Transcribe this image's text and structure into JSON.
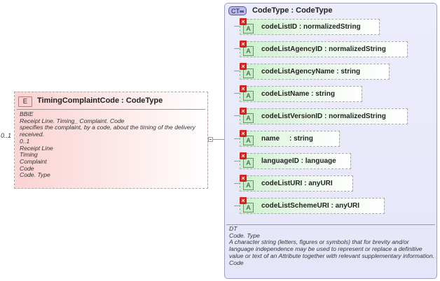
{
  "element": {
    "badge": "E",
    "title": "TimingComplaintCode : CodeType",
    "occurrence": "0..1",
    "notes": [
      "BBIE",
      "Receipt Line. Timing_ Complaint. Code",
      "specifies the complaint, by a code, about the timing of the delivery received.",
      "0..1",
      "Receipt Line",
      "Timing",
      "Complaint",
      "Code",
      "Code. Type"
    ]
  },
  "complex_type": {
    "badge": "CT",
    "title": "CodeType : CodeType",
    "attributes": [
      {
        "badge": "A",
        "label": "codeListID : normalizedString"
      },
      {
        "badge": "A",
        "label": "codeListAgencyID : normalizedString"
      },
      {
        "badge": "A",
        "label": "codeListAgencyName : string"
      },
      {
        "badge": "A",
        "label": "codeListName : string"
      },
      {
        "badge": "A",
        "label": "codeListVersionID : normalizedString"
      },
      {
        "badge": "A",
        "label": "name     : string"
      },
      {
        "badge": "A",
        "label": "languageID : language"
      },
      {
        "badge": "A",
        "label": "codeListURI : anyURI"
      },
      {
        "badge": "A",
        "label": "codeListSchemeURI : anyURI"
      }
    ],
    "notes": [
      "DT",
      "Code. Type",
      "A character string (letters, figures or symbols) that for brevity and/or language independence may be used to represent or replace a definitive value or text of an Attribute together with relevant supplementary information.",
      "Code"
    ]
  },
  "colors": {
    "element_fill": "#fbd3d3",
    "complex_type_fill": "#e6e6fa",
    "attribute_fill": "#ccf0cc",
    "prohibited_marker": "#d82020"
  },
  "icons": [
    "element-badge-icon",
    "complex-type-badge-icon",
    "attribute-badge-icon",
    "prohibited-x-icon",
    "collapse-toggle-icon"
  ]
}
